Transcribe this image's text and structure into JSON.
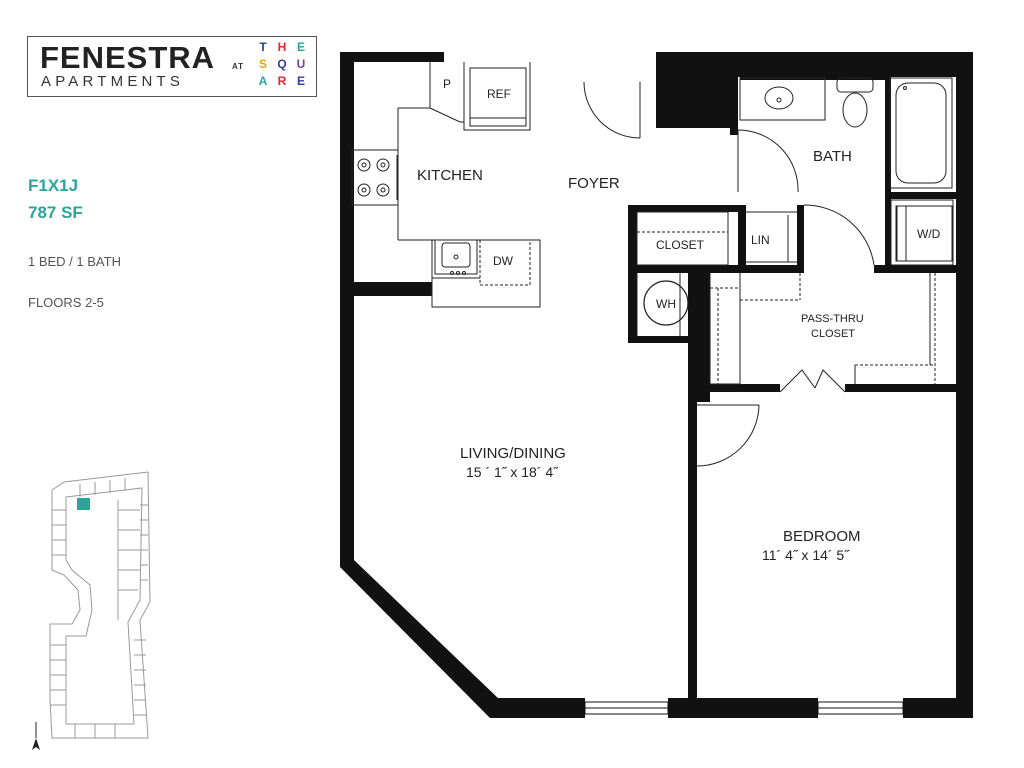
{
  "logo": {
    "main": "FENESTRA",
    "sub": "APARTMENTS",
    "at": "AT",
    "square_letters": [
      "T",
      "H",
      "E",
      "S",
      "Q",
      "U",
      "A",
      "R",
      "E"
    ],
    "square_colors": [
      "#2e3f8f",
      "#e5252b",
      "#2aa59a",
      "#f2a007",
      "#2e3f8f",
      "#7b3f98",
      "#2aa59a",
      "#e5252b",
      "#2e3f8f"
    ]
  },
  "plan": {
    "name": "F1X1J",
    "area": "787 SF",
    "beds_baths": "1 BED / 1 BATH",
    "floors": "FLOORS 2-5",
    "accent_color": "#2aa59a"
  },
  "rooms": {
    "kitchen": "KITCHEN",
    "foyer": "FOYER",
    "bath": "BATH",
    "closet": "CLOSET",
    "lin": "LIN",
    "wh": "WH",
    "wd": "W/D",
    "pass_thru_1": "PASS-THRU",
    "pass_thru_2": "CLOSET",
    "pantry": "P",
    "ref": "REF",
    "dw": "DW",
    "living": "LIVING/DINING",
    "living_dims": "15 ´ 1˝ x 18´ 4˝",
    "bedroom": "BEDROOM",
    "bedroom_dims": "11´ 4˝ x 14´ 5˝"
  }
}
